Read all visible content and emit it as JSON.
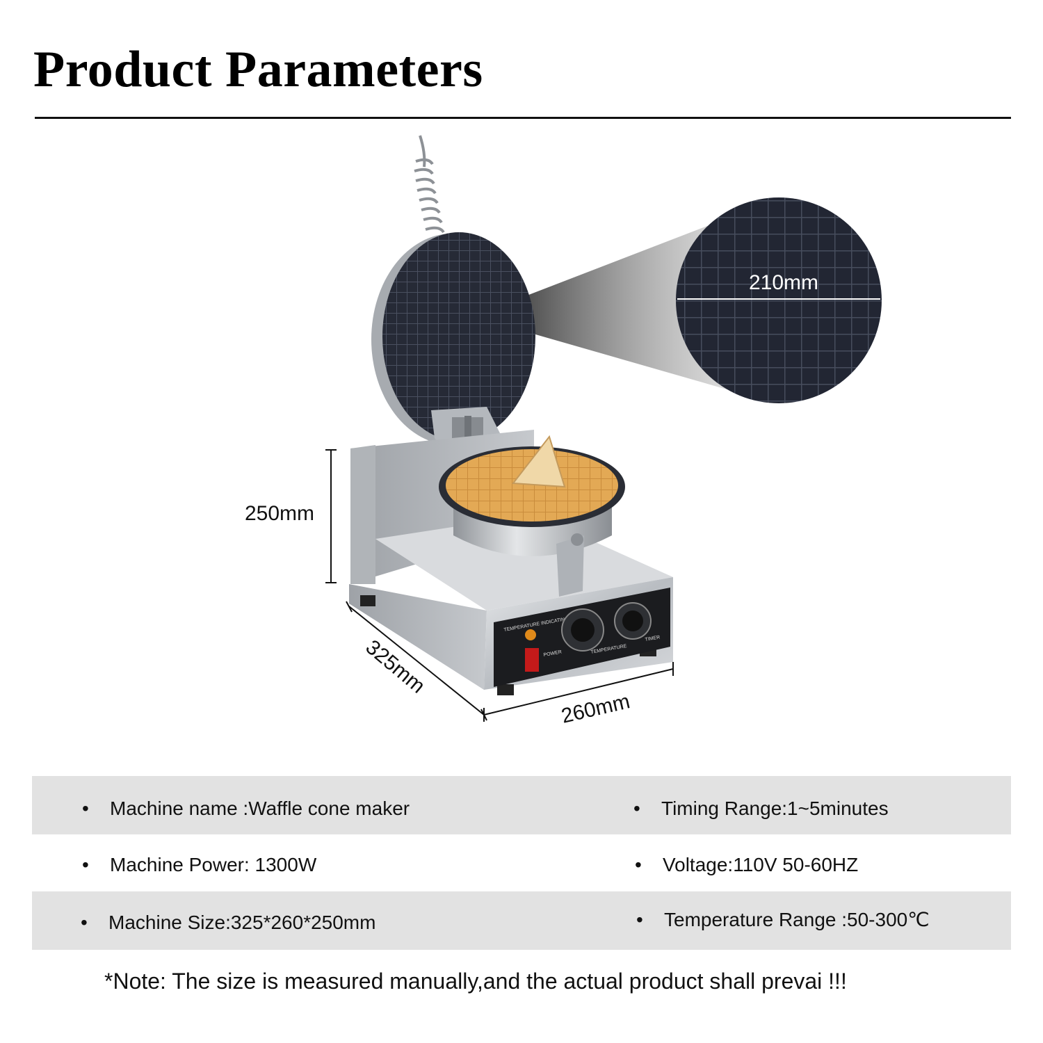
{
  "header": {
    "title": "Product Parameters"
  },
  "dimensions": {
    "plate_diameter": "210mm",
    "height": "250mm",
    "depth": "325mm",
    "width": "260mm"
  },
  "panel": {
    "label": "TEMPERATURE INDICATING",
    "power": "POWER",
    "temperature": "TEMPERATURE",
    "timer": "TIMER"
  },
  "specs": {
    "machine_name": "Machine name :Waffle cone maker",
    "timing_range": "Timing Range:1~5minutes",
    "machine_power": "Machine Power: 1300W",
    "voltage": "Voltage:110V 50-60HZ",
    "machine_size": "Machine Size:325*260*250mm",
    "temperature_range": "Temperature Range :50-300℃",
    "bullet": "•"
  },
  "note": "*Note: The size is measured manually,and the actual product shall prevai !!!",
  "colors": {
    "row_shade": "#e2e2e2",
    "plate": "#262a36",
    "steel": "#c9ccd0",
    "waffle": "#e3a955"
  }
}
